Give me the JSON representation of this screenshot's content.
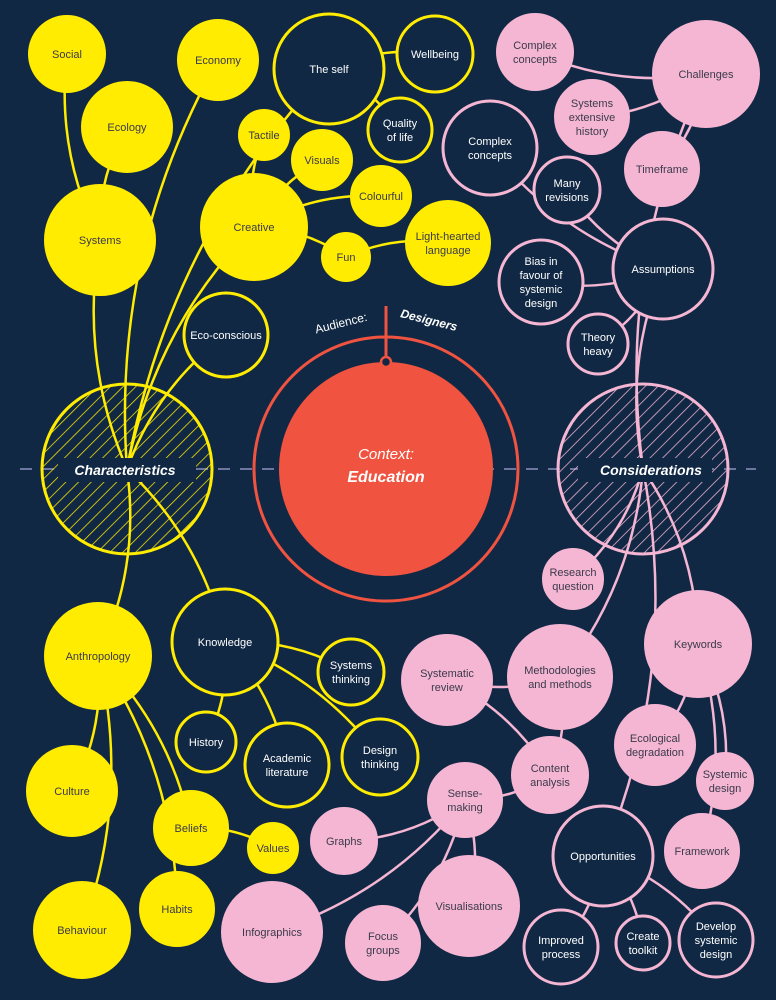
{
  "center": {
    "context_label": "Context:",
    "context_value": "Education",
    "audience_label": "Audience:",
    "audience_value": "Designers"
  },
  "hubs": {
    "characteristics": "Characteristics",
    "considerations": "Considerations"
  },
  "colors": {
    "background": "#112844",
    "yellow": "#ffec00",
    "pink": "#f5b6d3",
    "red": "#f05340",
    "dash": "#8a90c0",
    "dark_text": "#3a3a4a"
  },
  "nodes": {
    "social": {
      "lines": [
        "Social"
      ],
      "group": "yellow",
      "style": "filled"
    },
    "economy": {
      "lines": [
        "Economy"
      ],
      "group": "yellow",
      "style": "filled"
    },
    "ecology": {
      "lines": [
        "Ecology"
      ],
      "group": "yellow",
      "style": "filled"
    },
    "systems": {
      "lines": [
        "Systems"
      ],
      "group": "yellow",
      "style": "filled"
    },
    "the_self": {
      "lines": [
        "The self"
      ],
      "group": "yellow",
      "style": "outline"
    },
    "wellbeing": {
      "lines": [
        "Wellbeing"
      ],
      "group": "yellow",
      "style": "outline"
    },
    "quality_of_life": {
      "lines": [
        "Quality",
        "of life"
      ],
      "group": "yellow",
      "style": "outline"
    },
    "tactile": {
      "lines": [
        "Tactile"
      ],
      "group": "yellow",
      "style": "filled"
    },
    "visuals": {
      "lines": [
        "Visuals"
      ],
      "group": "yellow",
      "style": "filled"
    },
    "colourful": {
      "lines": [
        "Colourful"
      ],
      "group": "yellow",
      "style": "filled"
    },
    "creative": {
      "lines": [
        "Creative"
      ],
      "group": "yellow",
      "style": "filled"
    },
    "fun": {
      "lines": [
        "Fun"
      ],
      "group": "yellow",
      "style": "filled"
    },
    "light_hearted": {
      "lines": [
        "Light-hearted",
        "language"
      ],
      "group": "yellow",
      "style": "filled"
    },
    "eco_conscious": {
      "lines": [
        "Eco-conscious"
      ],
      "group": "yellow",
      "style": "outline"
    },
    "anthropology": {
      "lines": [
        "Anthropology"
      ],
      "group": "yellow",
      "style": "filled"
    },
    "knowledge": {
      "lines": [
        "Knowledge"
      ],
      "group": "yellow",
      "style": "outline"
    },
    "systems_thinking": {
      "lines": [
        "Systems",
        "thinking"
      ],
      "group": "yellow",
      "style": "outline"
    },
    "history": {
      "lines": [
        "History"
      ],
      "group": "yellow",
      "style": "outline"
    },
    "academic_literature": {
      "lines": [
        "Academic",
        "literature"
      ],
      "group": "yellow",
      "style": "outline"
    },
    "design_thinking": {
      "lines": [
        "Design",
        "thinking"
      ],
      "group": "yellow",
      "style": "outline"
    },
    "culture": {
      "lines": [
        "Culture"
      ],
      "group": "yellow",
      "style": "filled"
    },
    "beliefs": {
      "lines": [
        "Beliefs"
      ],
      "group": "yellow",
      "style": "filled"
    },
    "values": {
      "lines": [
        "Values"
      ],
      "group": "yellow",
      "style": "filled"
    },
    "habits": {
      "lines": [
        "Habits"
      ],
      "group": "yellow",
      "style": "filled"
    },
    "behaviour": {
      "lines": [
        "Behaviour"
      ],
      "group": "yellow",
      "style": "filled"
    },
    "complex_concepts_a": {
      "lines": [
        "Complex",
        "concepts"
      ],
      "group": "pink",
      "style": "filled"
    },
    "challenges": {
      "lines": [
        "Challenges"
      ],
      "group": "pink",
      "style": "filled"
    },
    "systems_history": {
      "lines": [
        "Systems",
        "extensive",
        "history"
      ],
      "group": "pink",
      "style": "filled"
    },
    "timeframe": {
      "lines": [
        "Timeframe"
      ],
      "group": "pink",
      "style": "filled"
    },
    "complex_concepts_b": {
      "lines": [
        "Complex",
        "concepts"
      ],
      "group": "pink",
      "style": "outline"
    },
    "many_revisions": {
      "lines": [
        "Many",
        "revisions"
      ],
      "group": "pink",
      "style": "outline"
    },
    "assumptions": {
      "lines": [
        "Assumptions"
      ],
      "group": "pink",
      "style": "outline"
    },
    "bias": {
      "lines": [
        "Bias in",
        "favour of",
        "systemic",
        "design"
      ],
      "group": "pink",
      "style": "outline"
    },
    "theory_heavy": {
      "lines": [
        "Theory",
        "heavy"
      ],
      "group": "pink",
      "style": "outline"
    },
    "research_question": {
      "lines": [
        "Research",
        "question"
      ],
      "group": "pink",
      "style": "filled"
    },
    "keywords": {
      "lines": [
        "Keywords"
      ],
      "group": "pink",
      "style": "filled"
    },
    "systematic_review": {
      "lines": [
        "Systematic",
        "review"
      ],
      "group": "pink",
      "style": "filled"
    },
    "methodologies": {
      "lines": [
        "Methodologies",
        "and methods"
      ],
      "group": "pink",
      "style": "filled"
    },
    "ecological_degradation": {
      "lines": [
        "Ecological",
        "degradation"
      ],
      "group": "pink",
      "style": "filled"
    },
    "systemic_design": {
      "lines": [
        "Systemic",
        "design"
      ],
      "group": "pink",
      "style": "filled"
    },
    "content_analysis": {
      "lines": [
        "Content",
        "analysis"
      ],
      "group": "pink",
      "style": "filled"
    },
    "framework": {
      "lines": [
        "Framework"
      ],
      "group": "pink",
      "style": "filled"
    },
    "sense_making": {
      "lines": [
        "Sense-",
        "making"
      ],
      "group": "pink",
      "style": "filled"
    },
    "graphs": {
      "lines": [
        "Graphs"
      ],
      "group": "pink",
      "style": "filled"
    },
    "visualisations": {
      "lines": [
        "Visualisations"
      ],
      "group": "pink",
      "style": "filled"
    },
    "infographics": {
      "lines": [
        "Infographics"
      ],
      "group": "pink",
      "style": "filled"
    },
    "focus_groups": {
      "lines": [
        "Focus",
        "groups"
      ],
      "group": "pink",
      "style": "filled"
    },
    "opportunities": {
      "lines": [
        "Opportunities"
      ],
      "group": "pink",
      "style": "outline"
    },
    "improved_process": {
      "lines": [
        "Improved",
        "process"
      ],
      "group": "pink",
      "style": "outline"
    },
    "create_toolkit": {
      "lines": [
        "Create",
        "toolkit"
      ],
      "group": "pink",
      "style": "outline"
    },
    "develop_systemic_design": {
      "lines": [
        "Develop",
        "systemic",
        "design"
      ],
      "group": "pink",
      "style": "outline"
    }
  }
}
